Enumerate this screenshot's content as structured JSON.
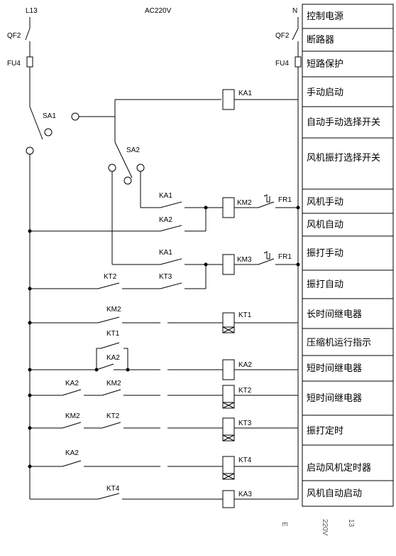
{
  "header": {
    "phase_label": "L13",
    "supply_label": "AC220V",
    "neutral_label": "N"
  },
  "left_components": {
    "breaker_left": "QF2",
    "fuse_left": "FU4",
    "breaker_right": "QF2",
    "fuse_right": "FU4",
    "sa1": "SA1",
    "sa2": "SA2"
  },
  "rows": [
    {
      "contacts": [],
      "coil": "KA1",
      "coil_type": "relay",
      "fr": "",
      "description": "手动启动"
    },
    {
      "contacts": [
        "KA1"
      ],
      "coil": "KM2",
      "coil_type": "relay",
      "fr": "FR1",
      "description": "风机手动"
    },
    {
      "contacts": [
        "KA2"
      ],
      "coil": "",
      "coil_type": "",
      "fr": "",
      "description": "风机自动"
    },
    {
      "contacts": [
        "KA1"
      ],
      "coil": "KM3",
      "coil_type": "relay",
      "fr": "FR1",
      "description": "振打手动"
    },
    {
      "contacts": [
        "KT2",
        "KT3"
      ],
      "coil": "",
      "coil_type": "",
      "fr": "",
      "description": "振打自动"
    },
    {
      "contacts": [
        "KM2"
      ],
      "coil": "KT1",
      "coil_type": "timer",
      "fr": "",
      "description": "长时间继电器"
    },
    {
      "contacts": [
        "KT1",
        "KA2"
      ],
      "coil": "KA2",
      "coil_type": "relay",
      "fr": "",
      "description": "短时间继电器"
    },
    {
      "contacts": [
        "KA2",
        "KM2"
      ],
      "coil": "KT2",
      "coil_type": "timer",
      "fr": "",
      "description": "短时间继电器"
    },
    {
      "contacts": [
        "KM2",
        "KT2"
      ],
      "coil": "KT3",
      "coil_type": "timer",
      "fr": "",
      "description": "振打定时"
    },
    {
      "contacts": [
        "KA2"
      ],
      "coil": "KT4",
      "coil_type": "timer",
      "fr": "",
      "description": "启动风机定时器"
    },
    {
      "contacts": [
        "KT4"
      ],
      "coil": "KA3",
      "coil_type": "relay",
      "fr": "",
      "description": "风机自动启动"
    }
  ],
  "descriptions": [
    "控制电源",
    "断路器",
    "短路保护",
    "手动启动",
    "自动手动选择开关",
    "风机振打选择开关",
    "风机手动",
    "风机自动",
    "振打手动",
    "振打自动",
    "长时间继电器",
    "压缩机运行指示",
    "短时间继电器",
    "短时间继电器",
    "振打定时",
    "启动风机定时器",
    "风机自动启动"
  ],
  "footer_marks": [
    "E",
    "220V",
    "13"
  ]
}
